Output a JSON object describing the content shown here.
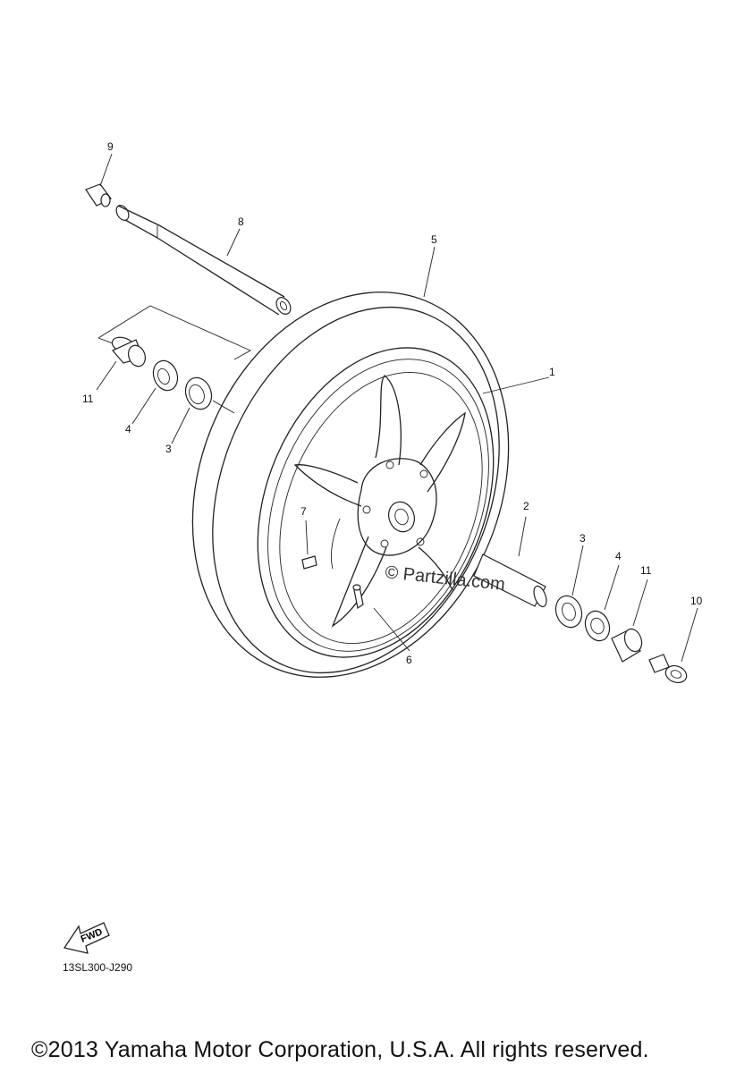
{
  "callouts": {
    "p1": "1",
    "p2": "2",
    "p3a": "3",
    "p3b": "3",
    "p4a": "4",
    "p4b": "4",
    "p5": "5",
    "p6": "6",
    "p7": "7",
    "p8": "8",
    "p9": "9",
    "p10": "10",
    "p11a": "11",
    "p11b": "11"
  },
  "fwd_label": "FWD",
  "diagram_code": "13SL300-J290",
  "watermark": "© Partzilla.com",
  "copyright": "©2013 Yamaha Motor Corporation, U.S.A. All rights reserved."
}
